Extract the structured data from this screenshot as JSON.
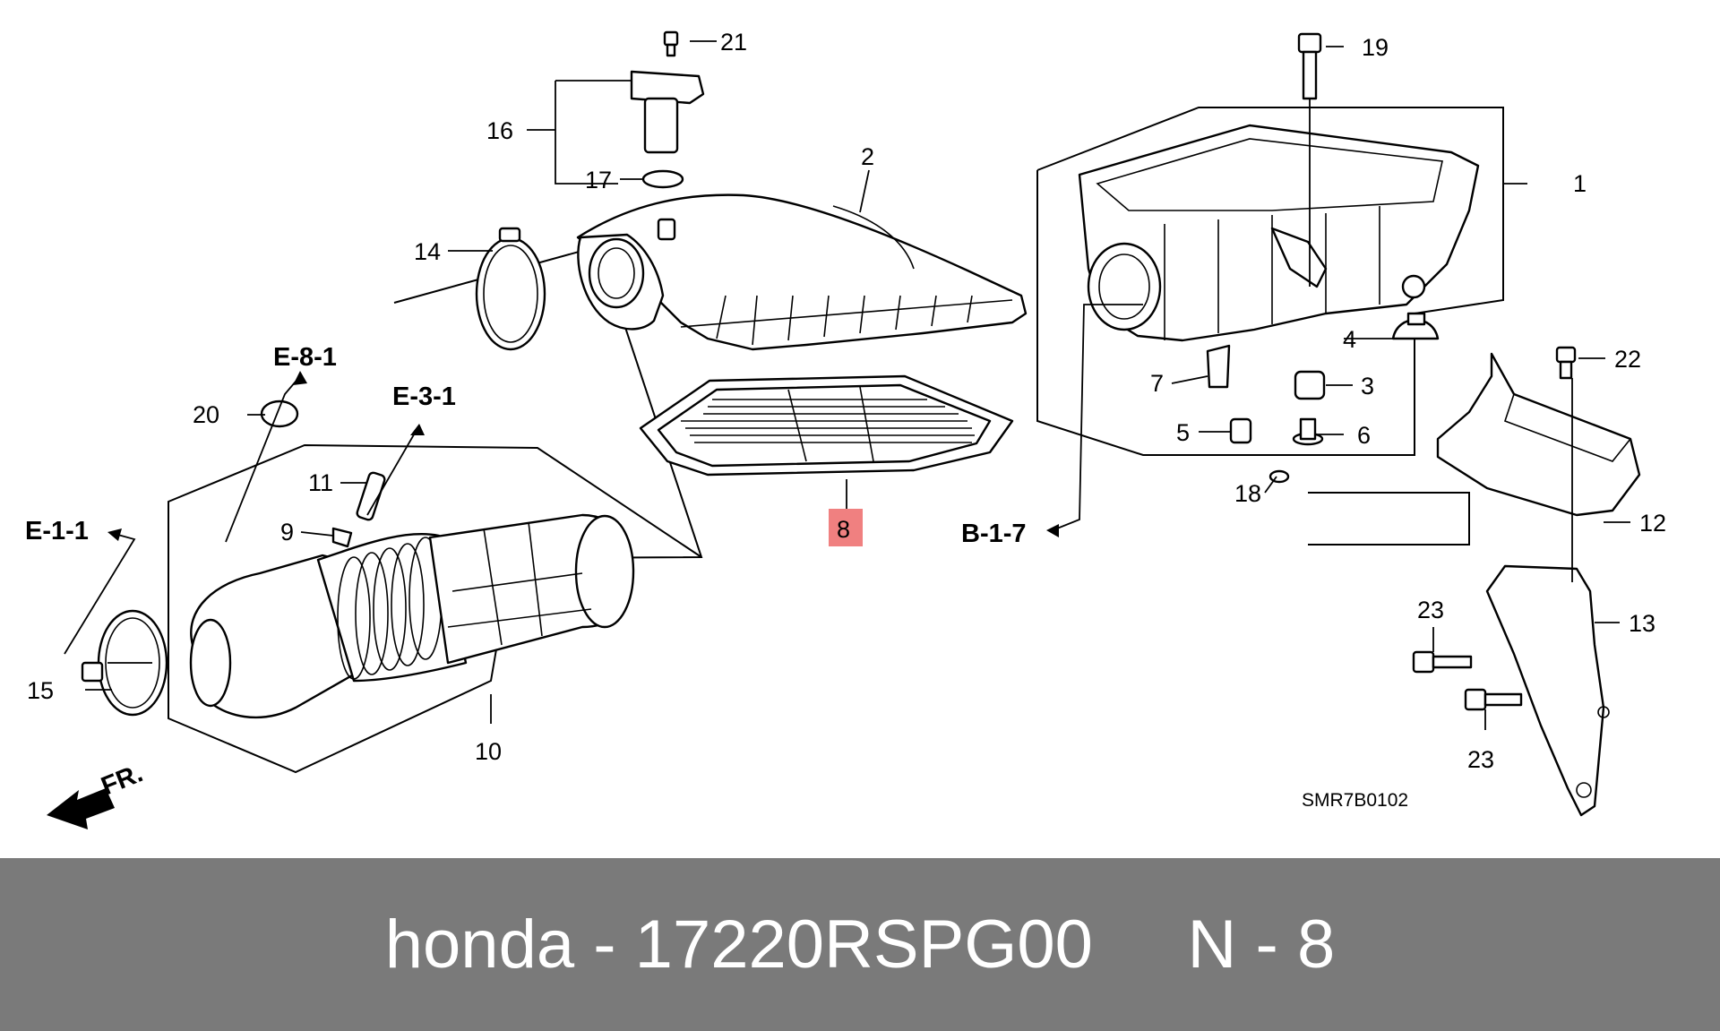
{
  "callouts": {
    "c1": "1",
    "c2": "2",
    "c3": "3",
    "c4": "4",
    "c5": "5",
    "c6": "6",
    "c7": "7",
    "c8": "8",
    "c9": "9",
    "c10": "10",
    "c11": "11",
    "c12": "12",
    "c13": "13",
    "c14": "14",
    "c15": "15",
    "c16": "16",
    "c17": "17",
    "c18": "18",
    "c19": "19",
    "c20": "20",
    "c21": "21",
    "c22": "22",
    "c23a": "23",
    "c23b": "23"
  },
  "refs": {
    "e81": "E-8-1",
    "e31": "E-3-1",
    "e11": "E-1-1",
    "b17": "B-1-7",
    "front": "FR."
  },
  "diagram_code": "SMR7B0102",
  "highlight": {
    "label": "8",
    "fill": "#f08080"
  },
  "footer": {
    "brand": "honda",
    "separator": "-",
    "part_number": "17220RSPG00",
    "position_label": "N - 8",
    "background": "#7a7a7a",
    "text_color": "#ffffff"
  }
}
